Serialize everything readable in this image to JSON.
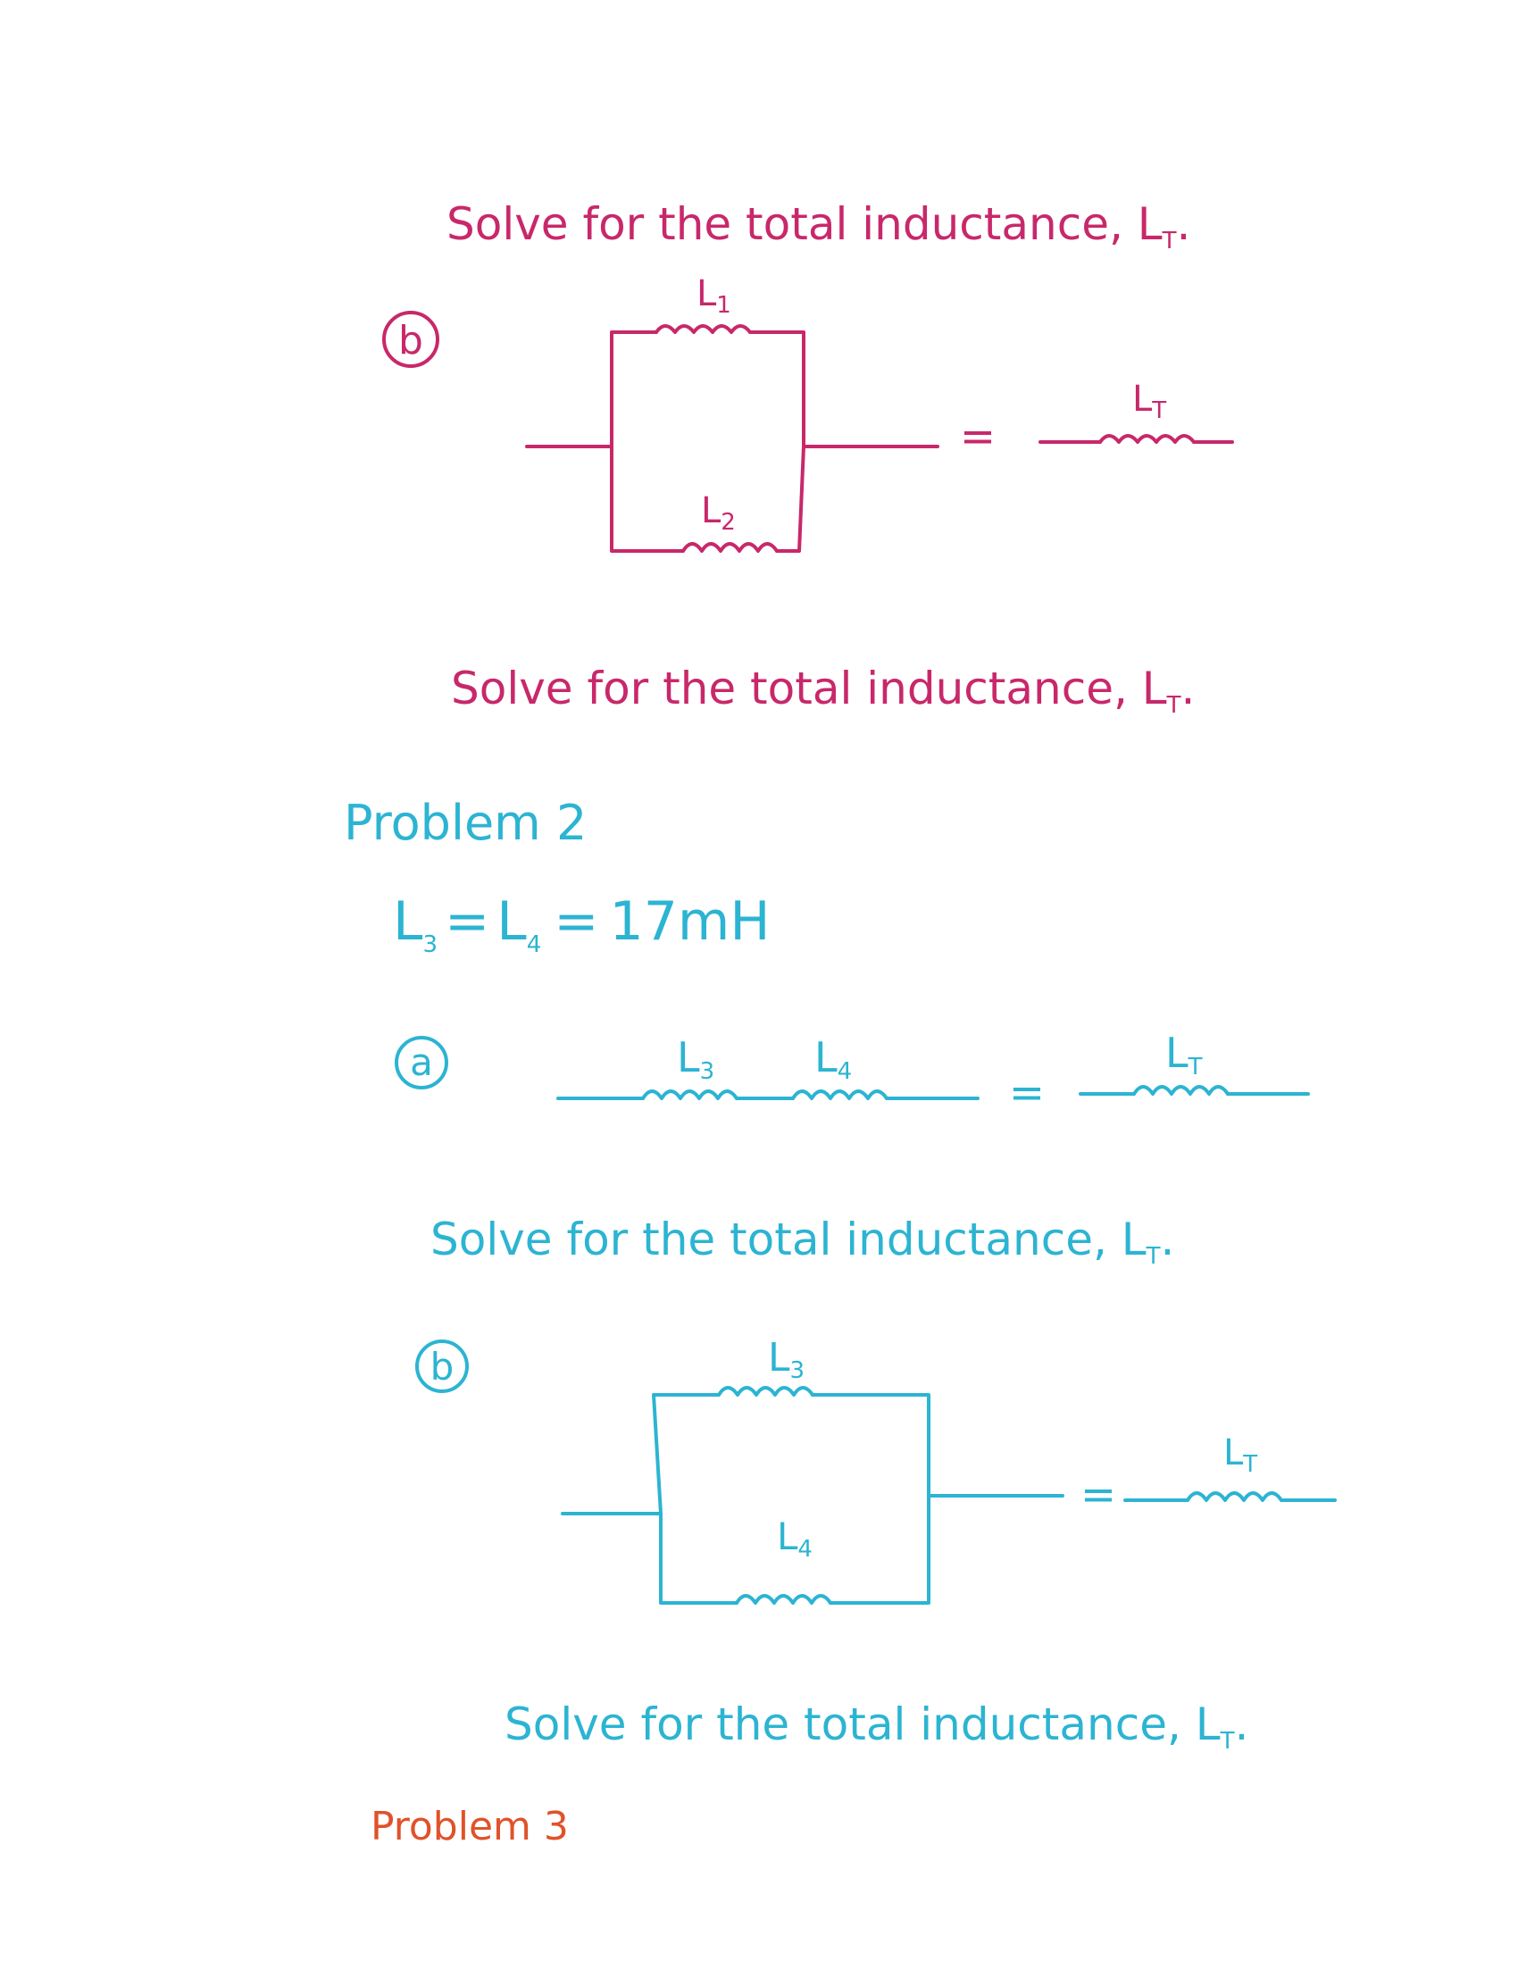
{
  "colors": {
    "pink": "#c8286a",
    "cyan": "#2cb4d2",
    "orange": "#e0522a"
  },
  "section_b1": {
    "prompt": "Solve for the total inductance, L",
    "prompt_sub": "T",
    "prompt_end": ".",
    "part_label": "b",
    "inductor_1": {
      "letter": "L",
      "sub": "1"
    },
    "inductor_2": {
      "letter": "L",
      "sub": "2"
    },
    "equals": "=",
    "total": {
      "letter": "L",
      "sub": "T"
    }
  },
  "after_b1": {
    "prompt": "Solve for the total inductance, L",
    "prompt_sub": "T",
    "prompt_end": "."
  },
  "problem2": {
    "title": "Problem 2",
    "given": {
      "l3": "L",
      "l3_sub": "3",
      "eq1": "=",
      "l4": "L",
      "l4_sub": "4",
      "eq2": "=",
      "value": "17mH"
    },
    "part_a": {
      "label": "a",
      "inductor_3": {
        "letter": "L",
        "sub": "3"
      },
      "inductor_4": {
        "letter": "L",
        "sub": "4"
      },
      "equals": "=",
      "total": {
        "letter": "L",
        "sub": "T"
      },
      "prompt": "Solve for the total inductance, L",
      "prompt_sub": "T",
      "prompt_end": "."
    },
    "part_b": {
      "label": "b",
      "inductor_3": {
        "letter": "L",
        "sub": "3"
      },
      "inductor_4": {
        "letter": "L",
        "sub": "4"
      },
      "equals": "=",
      "total": {
        "letter": "L",
        "sub": "T"
      },
      "prompt": "Solve for the total inductance, L",
      "prompt_sub": "T",
      "prompt_end": "."
    }
  },
  "problem3": {
    "title": "Problem 3"
  }
}
